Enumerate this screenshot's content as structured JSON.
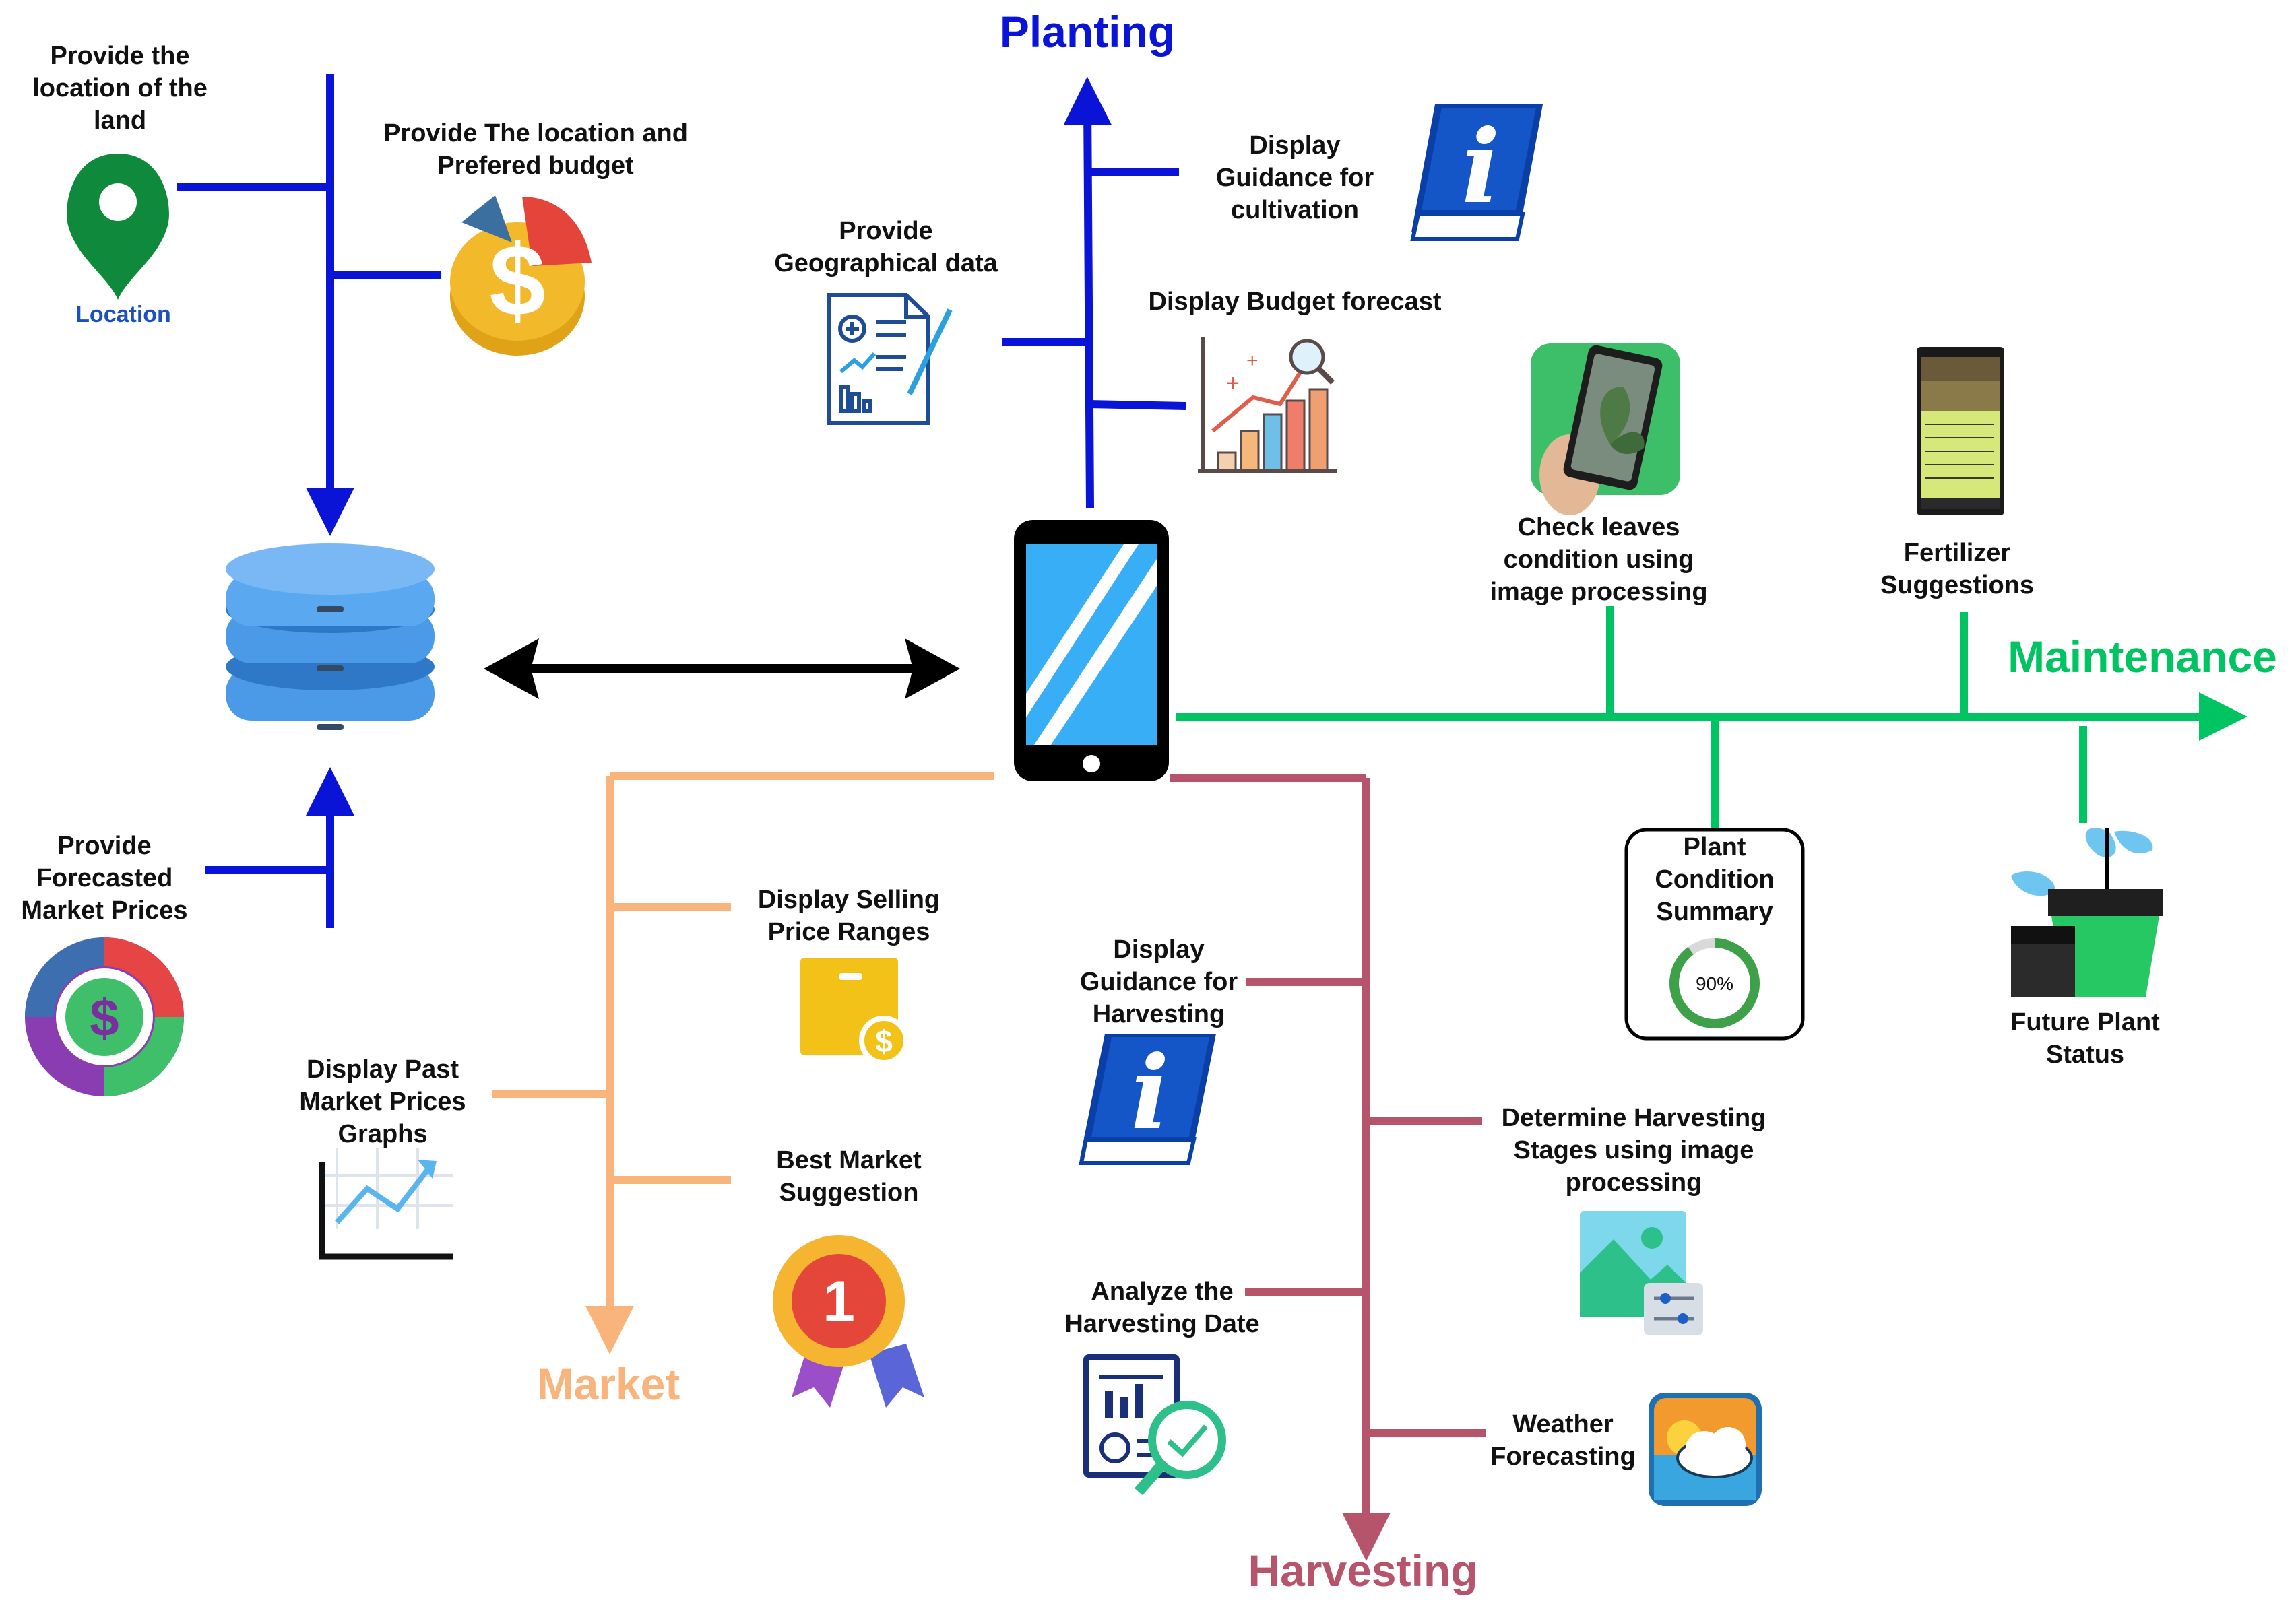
{
  "colors": {
    "planting": "#0a14d6",
    "maintenance": "#00c462",
    "market": "#f8b47a",
    "harvesting": "#b5546a",
    "black": "#000000",
    "database": "#4a9ae8"
  },
  "categories": {
    "planting": "Planting",
    "maintenance": "Maintenance",
    "market": "Market",
    "harvesting": "Harvesting"
  },
  "labels": {
    "provide_location_land": [
      "Provide the",
      "location of the",
      "land"
    ],
    "location_pin": "Location",
    "provide_location_budget": [
      "Provide The location and",
      "Prefered budget"
    ],
    "provide_forecasted_prices": [
      "Provide",
      "Forecasted",
      "Market Prices"
    ],
    "provide_geo_data": [
      "Provide",
      "Geographical data"
    ],
    "display_guidance_cultivation": [
      "Display",
      "Guidance for",
      "cultivation"
    ],
    "display_budget_forecast": "Display Budget forecast",
    "check_leaves": [
      "Check leaves",
      "condition using",
      "image processing"
    ],
    "fertilizer": [
      "Fertilizer",
      "Suggestions"
    ],
    "plant_condition": [
      "Plant",
      "Condition",
      "Summary"
    ],
    "plant_condition_percent": "90%",
    "future_plant": [
      "Future Plant",
      "Status"
    ],
    "display_selling_price": [
      "Display Selling",
      "Price Ranges"
    ],
    "display_past_prices": [
      "Display Past",
      "Market Prices",
      "Graphs"
    ],
    "best_market": [
      "Best Market",
      "Suggestion"
    ],
    "display_guidance_harvesting": [
      "Display",
      "Guidance for",
      "Harvesting"
    ],
    "determine_harvesting": [
      "Determine Harvesting",
      "Stages using image",
      "processing"
    ],
    "analyze_harvesting_date": [
      "Analyze the",
      "Harvesting Date"
    ],
    "weather": [
      "Weather",
      "Forecasting"
    ],
    "badge_number": "1"
  },
  "icons": {
    "location": "location-pin-icon",
    "budget": "dollar-pie-icon",
    "database": "database-icon",
    "market_prices": "dollar-circle-icon",
    "geo_data": "document-chart-icon",
    "guidance": "info-book-icon",
    "budget_chart": "growth-chart-icon",
    "phone": "smartphone-icon",
    "leaf_scan": "leaf-scan-icon",
    "fertilizer_phone": "phone-screenshot-icon",
    "plant_pot": "plant-pot-icon",
    "price_tag": "price-box-icon",
    "line_chart": "line-chart-icon",
    "medal": "medal-icon",
    "image_adjust": "image-settings-icon",
    "report": "report-analysis-icon",
    "weather": "weather-icon"
  }
}
